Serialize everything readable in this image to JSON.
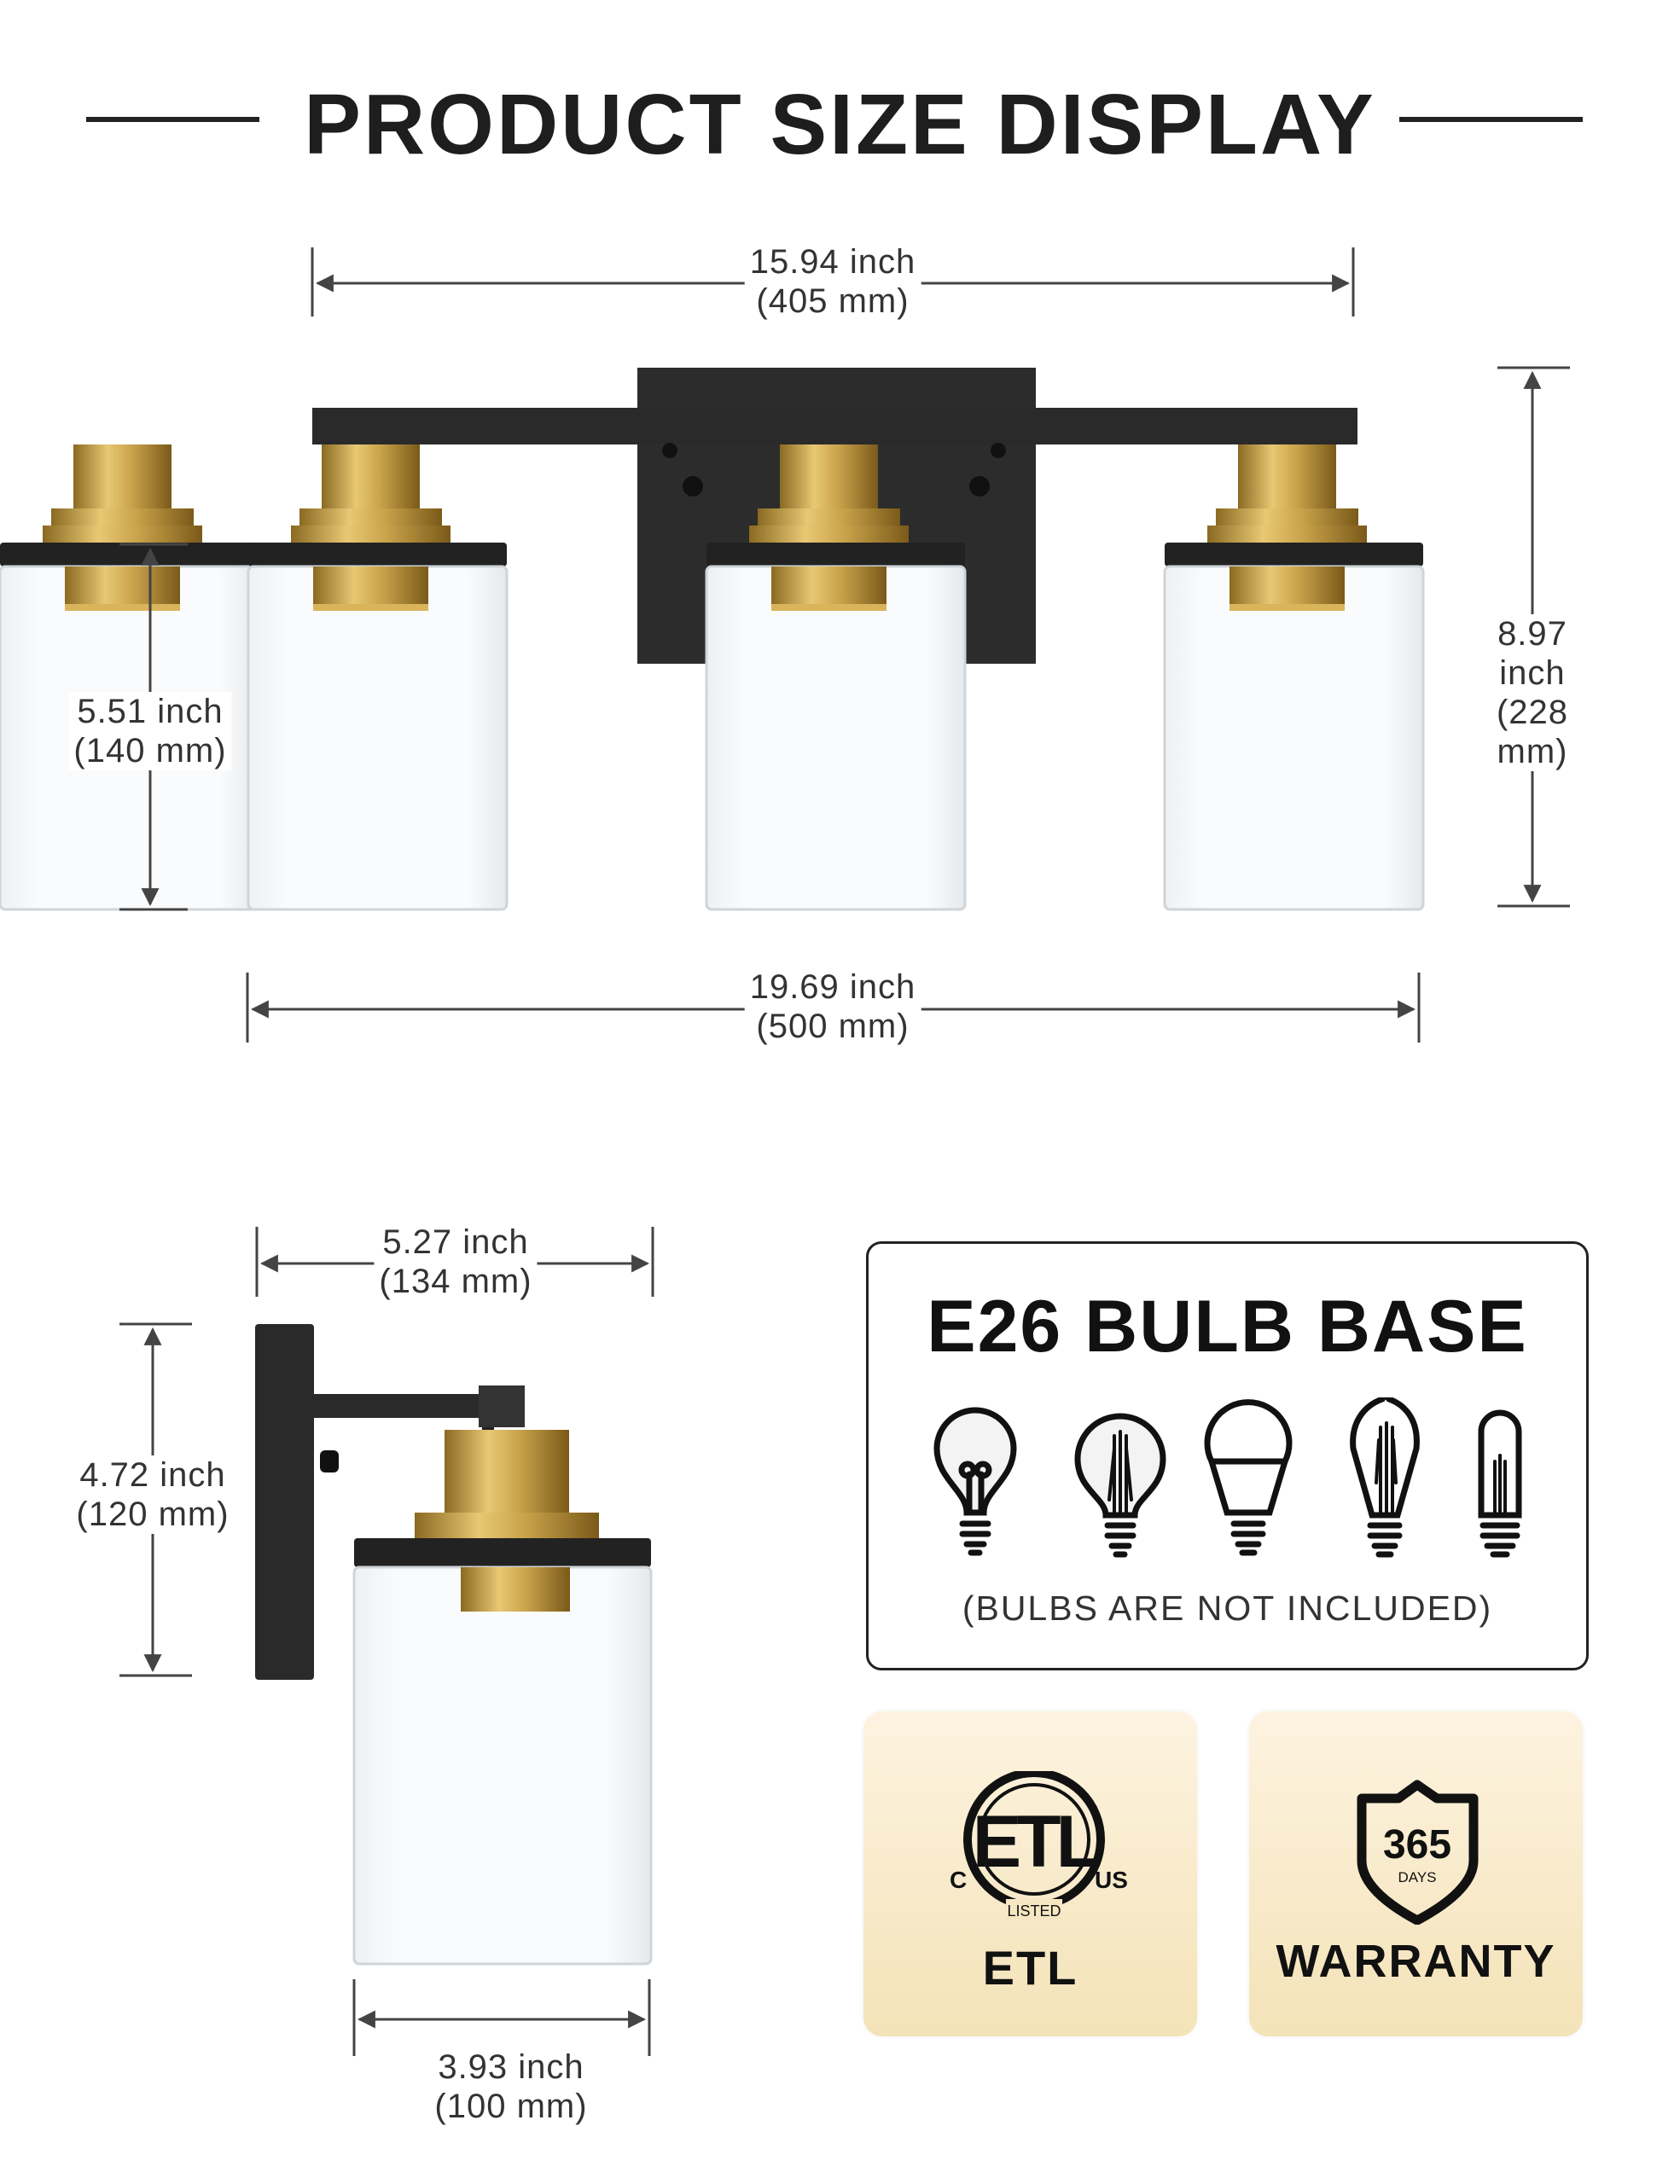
{
  "header": {
    "title": "PRODUCT SIZE DISPLAY"
  },
  "front_view": {
    "top_width": {
      "inch": "15.94 inch",
      "mm": "(405 mm)"
    },
    "shade_height": {
      "inch": "5.51 inch",
      "mm": "(140 mm)"
    },
    "total_height": {
      "inch": "8.97 inch",
      "mm": "(228 mm)"
    },
    "total_width": {
      "inch": "19.69 inch",
      "mm": "(500 mm)"
    }
  },
  "side_view": {
    "extension": {
      "inch": "5.27 inch",
      "mm": "(134 mm)"
    },
    "backplate_height": {
      "inch": "4.72 inch",
      "mm": "(120 mm)"
    },
    "shade_diameter": {
      "inch": "3.93 inch",
      "mm": "(100 mm)"
    }
  },
  "bulb_base": {
    "title": "E26 BULB BASE",
    "note": "(BULBS ARE NOT INCLUDED)",
    "icons": [
      "a19-bulb-icon",
      "g25-filament-bulb-icon",
      "led-bulb-icon",
      "st64-edison-bulb-icon",
      "t10-tubular-bulb-icon"
    ]
  },
  "badges": {
    "etl": {
      "label": "ETL",
      "logo_text": "C ETL US LISTED"
    },
    "warranty": {
      "label": "WARRANTY",
      "logo_number": "365",
      "logo_unit": "DAYS"
    }
  },
  "colors": {
    "frame": "#2a2a2a",
    "brass": "#c9a24a",
    "card_bg": "#f6e7c2"
  }
}
